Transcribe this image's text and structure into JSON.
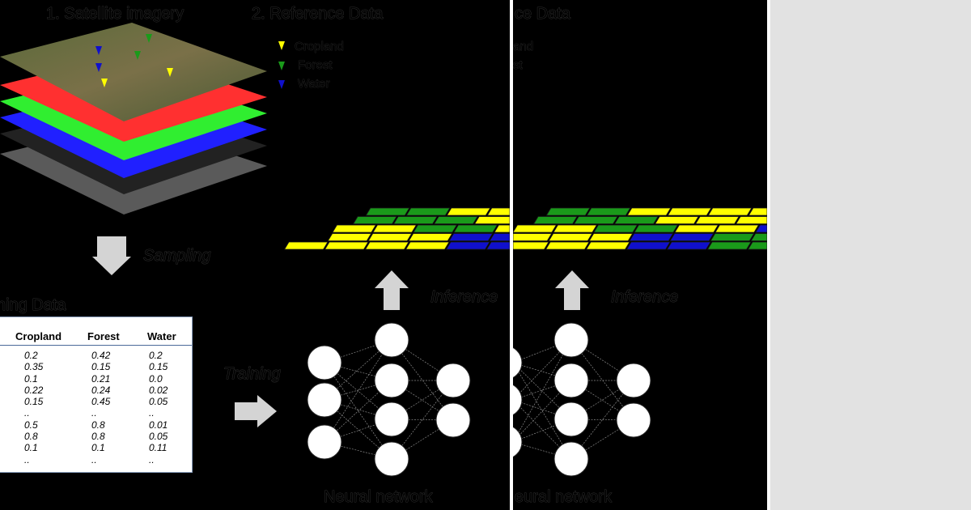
{
  "headers": {
    "satellite": "1. Satellite imagery",
    "reference": "2. Reference Data",
    "reference_dup": "ce Data",
    "training_data": "ning Data"
  },
  "legend": [
    {
      "label": "Cropland",
      "color": "#ffff00"
    },
    {
      "label": "Forest",
      "color": "#1a9a1a"
    },
    {
      "label": "Water",
      "color": "#1010cc"
    }
  ],
  "legend_dup": [
    "and",
    "st",
    ""
  ],
  "labels": {
    "sampling": "Sampling",
    "inference": "Inference",
    "inference_dup": "Inference",
    "training": "Training",
    "neural_network": "Neural network",
    "neural_network_dup": "eural network"
  },
  "table": {
    "columns": [
      "Cropland",
      "Forest",
      "Water"
    ],
    "rows": [
      [
        "0.2",
        "0.42",
        "0.2"
      ],
      [
        "0.35",
        "0.15",
        "0.15"
      ],
      [
        "0.1",
        "0.21",
        "0.0"
      ],
      [
        "0.22",
        "0.24",
        "0.02"
      ],
      [
        "0.15",
        "0.45",
        "0.05"
      ],
      [
        "..",
        "..",
        ".."
      ],
      [
        "0.5",
        "0.8",
        "0.01"
      ],
      [
        "0.8",
        "0.8",
        "0.05"
      ],
      [
        "0.1",
        "0.1",
        "0.11"
      ],
      [
        "..",
        "..",
        ".."
      ]
    ]
  },
  "colors": {
    "cropland": "#ffff00",
    "forest": "#1a9a1a",
    "water": "#1010cc",
    "band_red": "#ff3030",
    "band_green": "#30ee30",
    "band_blue": "#2020ff",
    "band_grey": "#5a5a5a",
    "arrow": "#d4d4d4"
  }
}
